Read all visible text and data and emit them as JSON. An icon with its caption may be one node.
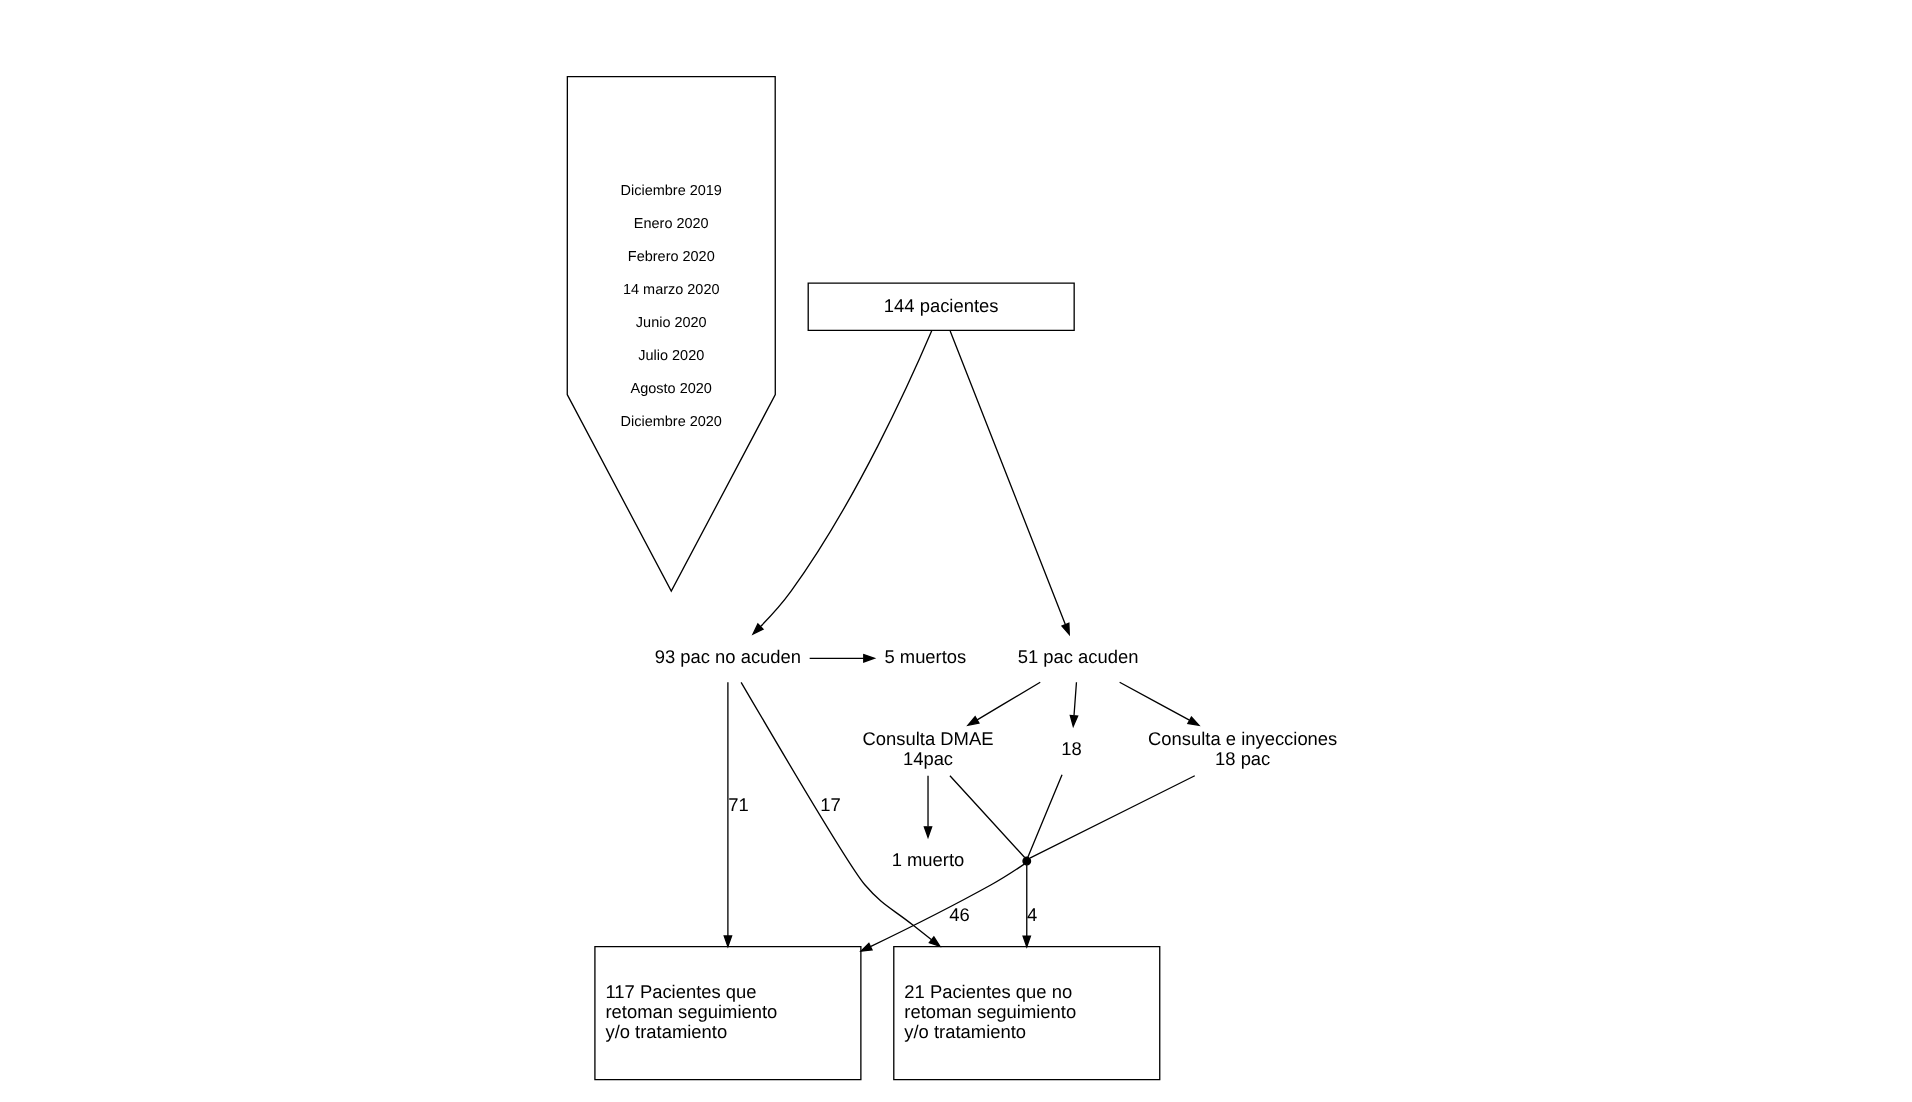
{
  "diagram": {
    "nodes": [
      {
        "text": [
          "Diciembre 2019",
          "Enero 2020",
          "Febrero 2020",
          "14 marzo 2020",
          "Junio 2020",
          "Julio 2020",
          "Agosto 2020",
          "Diciembre 2020"
        ]
      },
      {
        "text": [
          "144 pacientes"
        ]
      },
      {
        "text": [
          "51 pac acuden"
        ]
      },
      {
        "text": [
          "5 muertos"
        ]
      },
      {
        "text": [
          "93 pac no acuden"
        ]
      },
      {
        "text": [
          "Consulta DMAE",
          "14pac"
        ]
      },
      {
        "text": [
          "Consulta e inyecciones",
          "18 pac"
        ]
      },
      {
        "text": [
          "18"
        ]
      },
      {
        "text": [
          "1 muerto"
        ]
      },
      {
        "text": [],
        "shape": "bracket"
      },
      {
        "text": [
          "21 Pacientes que no retoman seguimiento y/o tratamiento"
        ]
      },
      {
        "text": [
          "117 Pacientes que retoman seguimiento y/o tratamiento"
        ]
      }
    ],
    "edges": [
      {
        "from": 1,
        "to": 2,
        "arrow": "to"
      },
      {
        "from": 1,
        "to": 4,
        "arrow": "to"
      },
      {
        "from": 4,
        "to": 3,
        "arrow": "to"
      },
      {
        "from": 2,
        "to": 5,
        "arrow": "to"
      },
      {
        "from": 2,
        "to": 6,
        "arrow": "to"
      },
      {
        "from": 2,
        "to": 7,
        "arrow": "to"
      },
      {
        "from": 5,
        "to": 8,
        "arrow": "to"
      },
      {
        "from": 5,
        "to": 9,
        "arrow": "none"
      },
      {
        "from": 6,
        "to": 9,
        "arrow": "none"
      },
      {
        "from": 7,
        "to": 9,
        "arrow": "none"
      },
      {
        "from": 9,
        "to": 10,
        "arrow": "to",
        "label": "4"
      },
      {
        "from": 9,
        "to": 11,
        "arrow": "to",
        "label": "46"
      },
      {
        "from": 4,
        "to": 10,
        "arrow": "to",
        "label": "17"
      },
      {
        "from": 4,
        "to": 11,
        "arrow": "to",
        "label": "71"
      }
    ]
  }
}
